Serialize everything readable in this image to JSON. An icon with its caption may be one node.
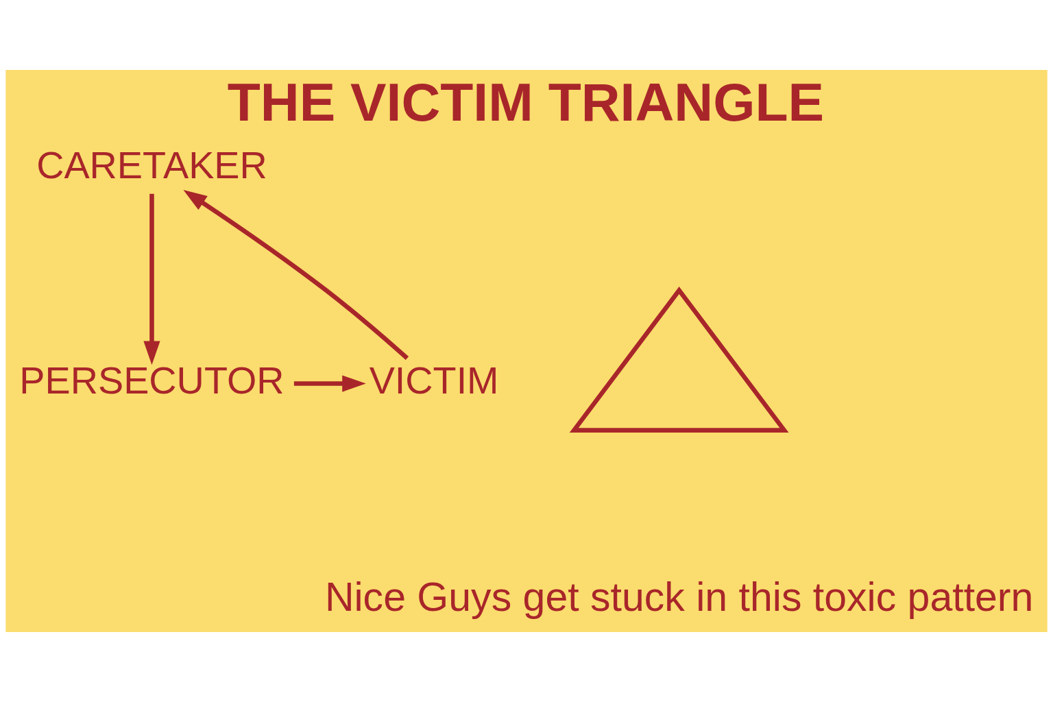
{
  "diagram": {
    "title": "THE VICTIM TRIANGLE",
    "caption": "Nice Guys get stuck in this toxic pattern",
    "nodes": [
      {
        "text": [
          "CARETAKER"
        ]
      },
      {
        "text": [
          "PERSECUTOR"
        ]
      },
      {
        "text": [
          "VICTIM"
        ]
      },
      {
        "text": [],
        "shape": "triangle"
      }
    ],
    "edges": [
      {
        "from": 0,
        "to": 1,
        "arrow": "to"
      },
      {
        "from": 1,
        "to": 2,
        "arrow": "to"
      },
      {
        "from": 2,
        "to": 0,
        "arrow": "to"
      }
    ]
  }
}
